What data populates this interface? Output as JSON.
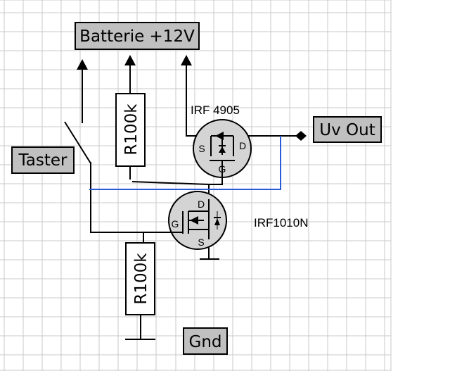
{
  "labels": {
    "battery": "Batterie +12V",
    "switch": "Taster",
    "output": "Uv Out",
    "ground": "Gnd",
    "resistor_top": "R100k",
    "resistor_bottom": "R100k",
    "pmos_name": "IRF 4905",
    "nmos_name": "IRF1010N"
  },
  "pmos_pins": {
    "source": "S",
    "drain": "D",
    "gate": "G"
  },
  "nmos_pins": {
    "gate": "G",
    "drain": "D",
    "source": "S"
  },
  "colors": {
    "grid": "#c8c8c8",
    "label_box": "#c0c0c0",
    "transistor_fill": "#d4d4d4",
    "wire": "#000000",
    "feedback_wire": "#2a5bd7"
  }
}
